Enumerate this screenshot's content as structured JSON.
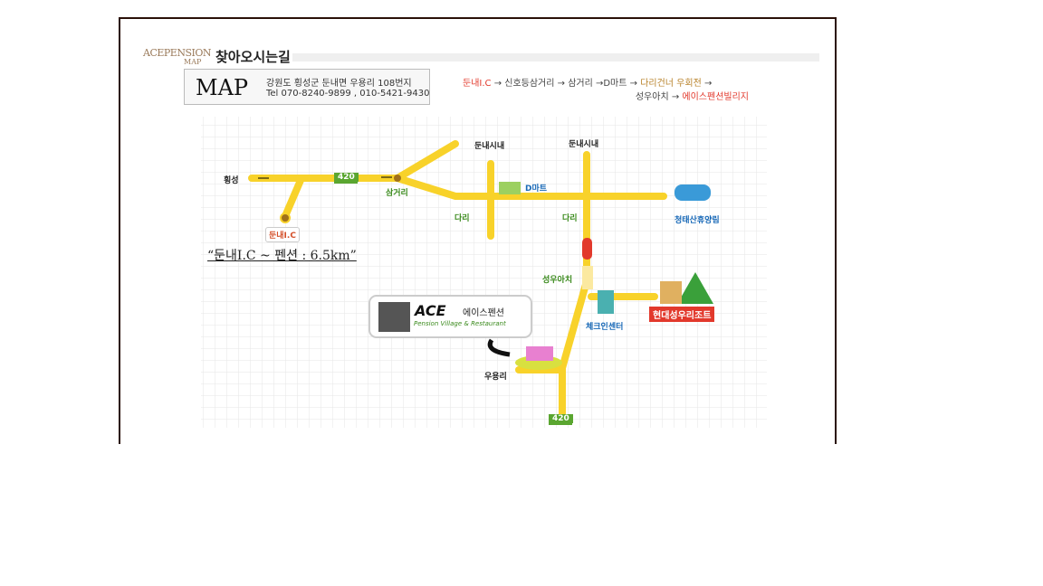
{
  "header": {
    "brand": "ACEPENSION",
    "brand_sub": "MAP",
    "title": "찾아오시는길"
  },
  "info": {
    "map_label": "MAP",
    "address": "강원도 횡성군 둔내면 우용리 108번지",
    "tel": "Tel 070-8240-9899 , 010-5421-9430"
  },
  "route": {
    "line1": [
      {
        "t": "둔내I.C",
        "c": "red"
      },
      {
        "t": " → 신호등삼거리 → 삼거리 →D마트 → ",
        "c": ""
      },
      {
        "t": "다리건너 우회전",
        "c": "gold"
      },
      {
        "t": " →",
        "c": ""
      }
    ],
    "line2": [
      {
        "t": "성우아치 → ",
        "c": ""
      },
      {
        "t": "에이스펜션빌리지",
        "c": "red"
      }
    ]
  },
  "map": {
    "hoengseong": "횡성",
    "road_sign": "420",
    "samgeori": "삼거리",
    "dunnae_city": "둔내시내",
    "bridge": "다리",
    "dmart": "D마트",
    "forest": "청태산휴양림",
    "dunnae_ic": "둔내I.C",
    "distance": "“둔내I.C ~ 펜션 : 6.5km”",
    "seongu_arch": "성우아치",
    "checkin": "체크인센터",
    "resort": "현대성우리조트",
    "uyongri": "우용리",
    "ace_logo": "ACE",
    "ace_name": "에이스펜션",
    "ace_sub": "Pension Village & Restaurant"
  },
  "colors": {
    "road": "#f8d22a",
    "accent": "#e2392c",
    "sign": "#5aa630"
  }
}
